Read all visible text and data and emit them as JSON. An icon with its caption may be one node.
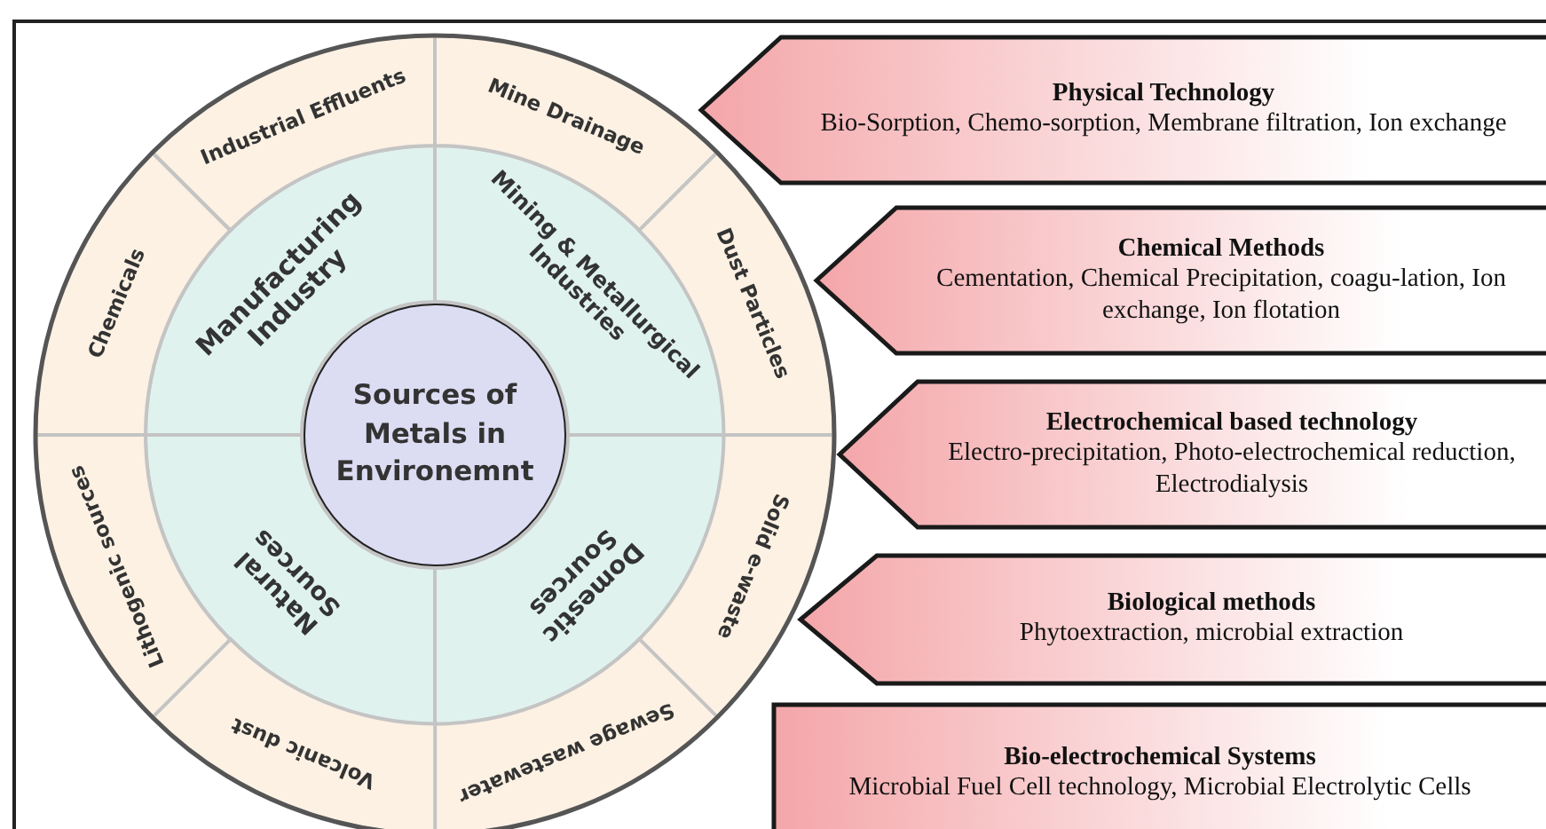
{
  "diagram": {
    "nodes": [
      {
        "text": [
          "Sources of Metals in Environemnt"
        ]
      },
      {
        "text": [
          "Manufacturing Industry"
        ]
      },
      {
        "text": [
          "Mining & Metallurgical Industries"
        ]
      },
      {
        "text": [
          "Natural Sources"
        ]
      },
      {
        "text": [
          "Domestic Sources"
        ]
      },
      {
        "text": [
          "Chemicals"
        ]
      },
      {
        "text": [
          "Industrial Effluents"
        ]
      },
      {
        "text": [
          "Mine Drainage"
        ]
      },
      {
        "text": [
          "Dust Particles"
        ]
      },
      {
        "text": [
          "Solid e-waste"
        ]
      },
      {
        "text": [
          "Sewage wastewater"
        ]
      },
      {
        "text": [
          "Volcanic dust"
        ]
      },
      {
        "text": [
          "Lithogenic sources"
        ]
      },
      {
        "text": [
          "Physical Technology",
          "Bio-Sorption, Chemo-sorption, Membrane filtration, Ion exchange"
        ]
      },
      {
        "text": [
          "Chemical Methods",
          "Cementation, Chemical Precipitation, coagu-lation, Ion exchange, Ion flotation"
        ]
      },
      {
        "text": [
          "Electrochemical based technology",
          "Electro-precipitation, Photo-electrochemical reduction, Electrodialysis"
        ]
      },
      {
        "text": [
          "Biological methods",
          "Phytoextraction, microbial extraction"
        ]
      },
      {
        "text": [
          "Bio-electrochemical Systems",
          "Microbial Fuel Cell technology, Microbial Electrolytic Cells"
        ]
      }
    ],
    "edges": []
  }
}
